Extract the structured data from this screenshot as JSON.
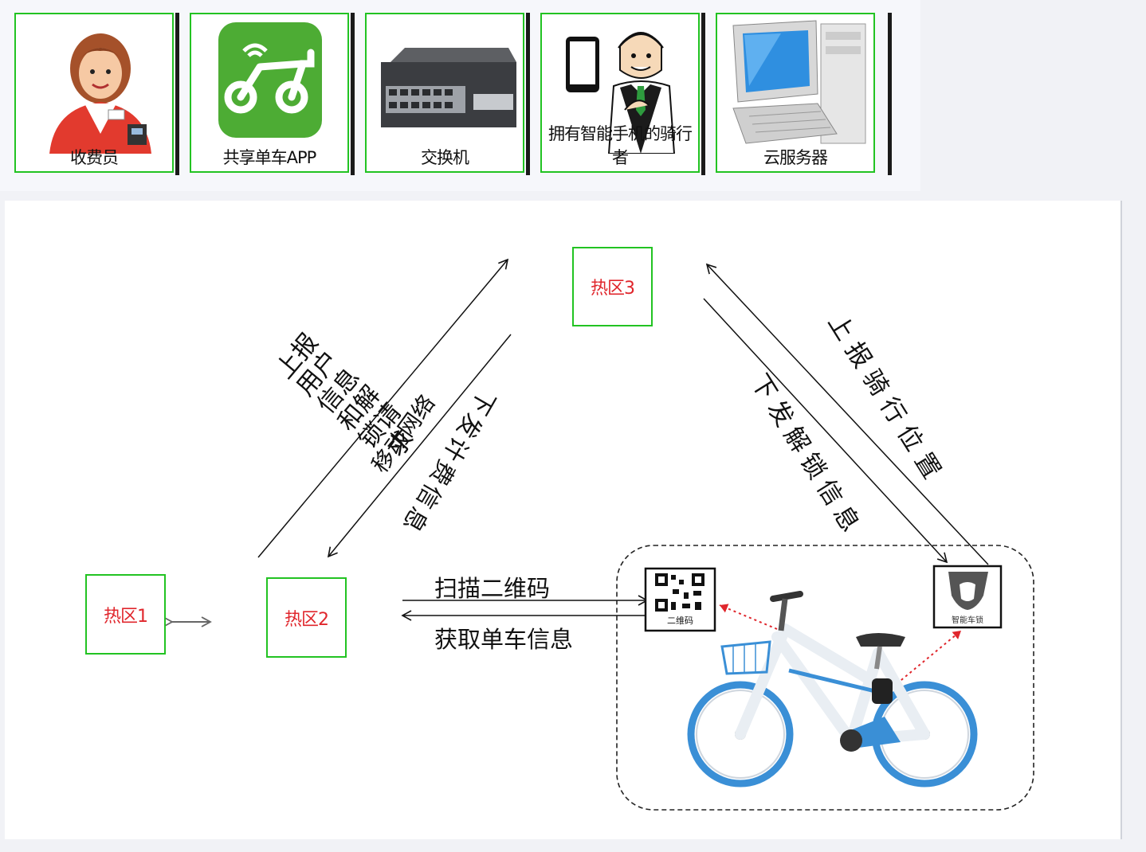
{
  "palette": {
    "cashier": "收费员",
    "app": "共享单车APP",
    "switch": "交换机",
    "rider": "拥有智能手机的骑行者",
    "server": "云服务器"
  },
  "hotspots": {
    "h1": "热区1",
    "h2": "热区2",
    "h3": "热区3"
  },
  "edges": {
    "report_user_unlock": "上报用户信息和解锁请求",
    "report_user_lines": [
      "上报",
      "用户",
      "信息",
      "和解",
      "锁请",
      "求"
    ],
    "mobile_network": "移动网络",
    "issue_billing": "下发计费信息",
    "issue_unlock": "下发解锁信息",
    "report_ride": "上报骑行位置",
    "scan_qr": "扫描二维码",
    "get_bike": "获取单车信息"
  },
  "bike": {
    "qr_caption": "二维码",
    "lock_caption": "智能车锁"
  },
  "colors": {
    "hot_border": "#22c322",
    "hot_text": "#e0262c",
    "bike_blue": "#3a8fd6"
  }
}
